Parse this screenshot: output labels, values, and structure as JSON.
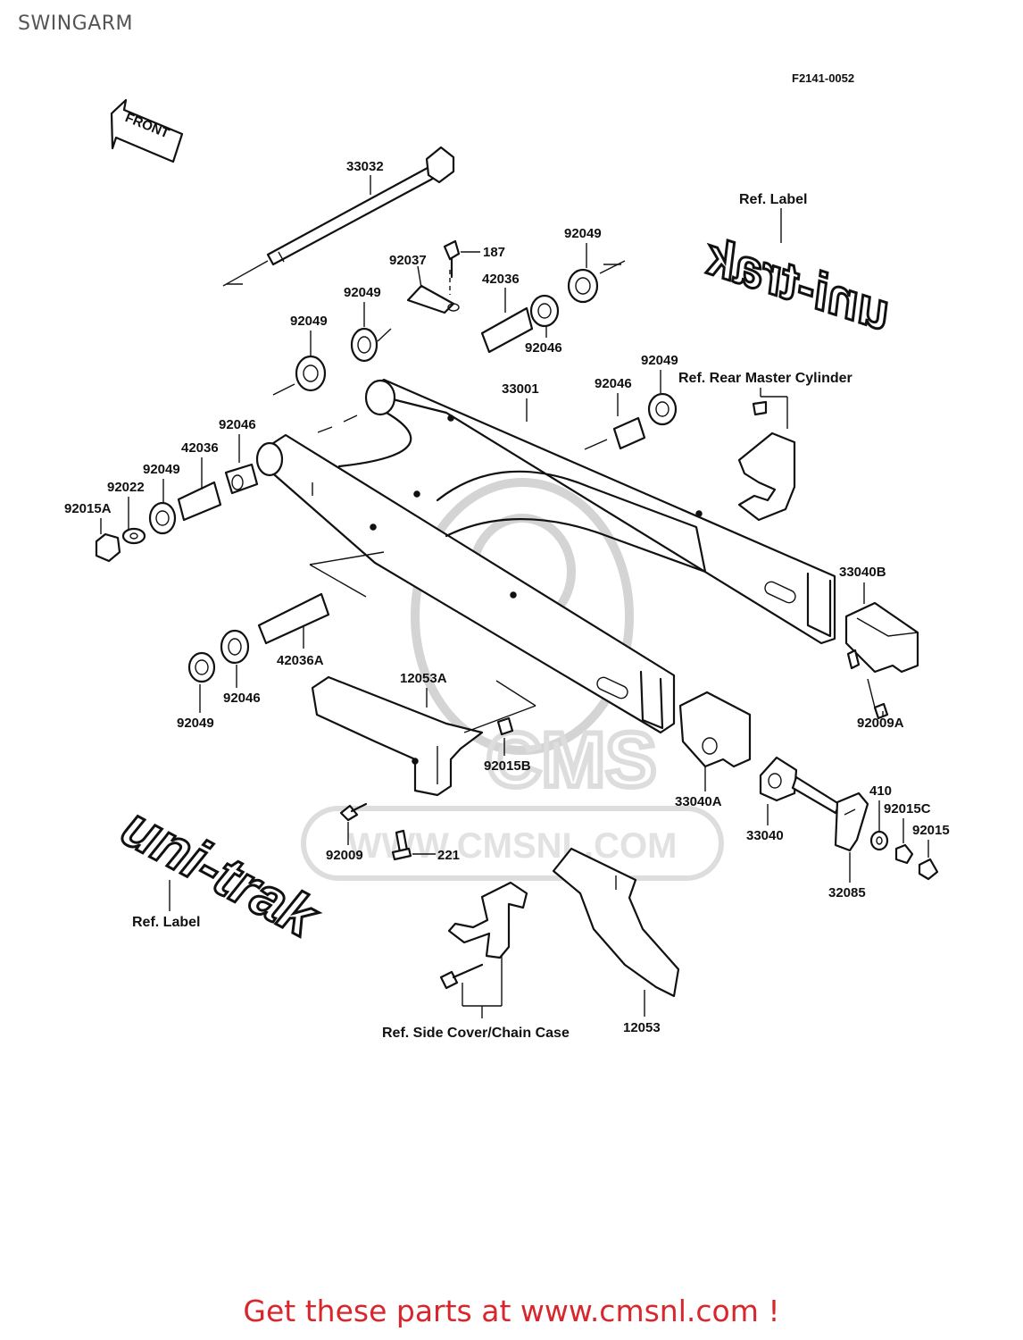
{
  "page_title": "SWINGARM",
  "diagram_code": "F2141-0052",
  "front_label": "FRONT",
  "watermark_text": "WWW.CMSNL.COM",
  "watermark_logo": "CMS",
  "decal_text": "uni-trak",
  "ref_labels": {
    "label_top": "Ref. Label",
    "label_bottom": "Ref. Label",
    "rear_master_cylinder": "Ref. Rear Master Cylinder",
    "side_cover_chain_case": "Ref. Side Cover/Chain Case"
  },
  "parts": {
    "p33032": "33032",
    "p92037": "92037",
    "p187": "187",
    "p92049_top": "92049",
    "p42036_top": "42036",
    "p92046_top": "92046",
    "p92049_mid": "92049",
    "p92049_left": "92049",
    "p33001": "33001",
    "p92046_right": "92046",
    "p92049_right": "92049",
    "p92046_left": "92046",
    "p42036_left": "42036",
    "p92049_l2": "92049",
    "p92022": "92022",
    "p92015A": "92015A",
    "p42036A": "42036A",
    "p92046_low": "92046",
    "p92049_low": "92049",
    "p12053A": "12053A",
    "p92015B": "92015B",
    "p33040B": "33040B",
    "p92009A": "92009A",
    "p33040A": "33040A",
    "p33040": "33040",
    "p410": "410",
    "p92015C": "92015C",
    "p92015": "92015",
    "p32085": "32085",
    "p92009": "92009",
    "p221": "221",
    "p12053": "12053"
  },
  "footer": "Get these parts at www.cmsnl.com !",
  "colors": {
    "footer": "#d8262c",
    "title": "#555555",
    "watermark": "#d4d4d4"
  }
}
